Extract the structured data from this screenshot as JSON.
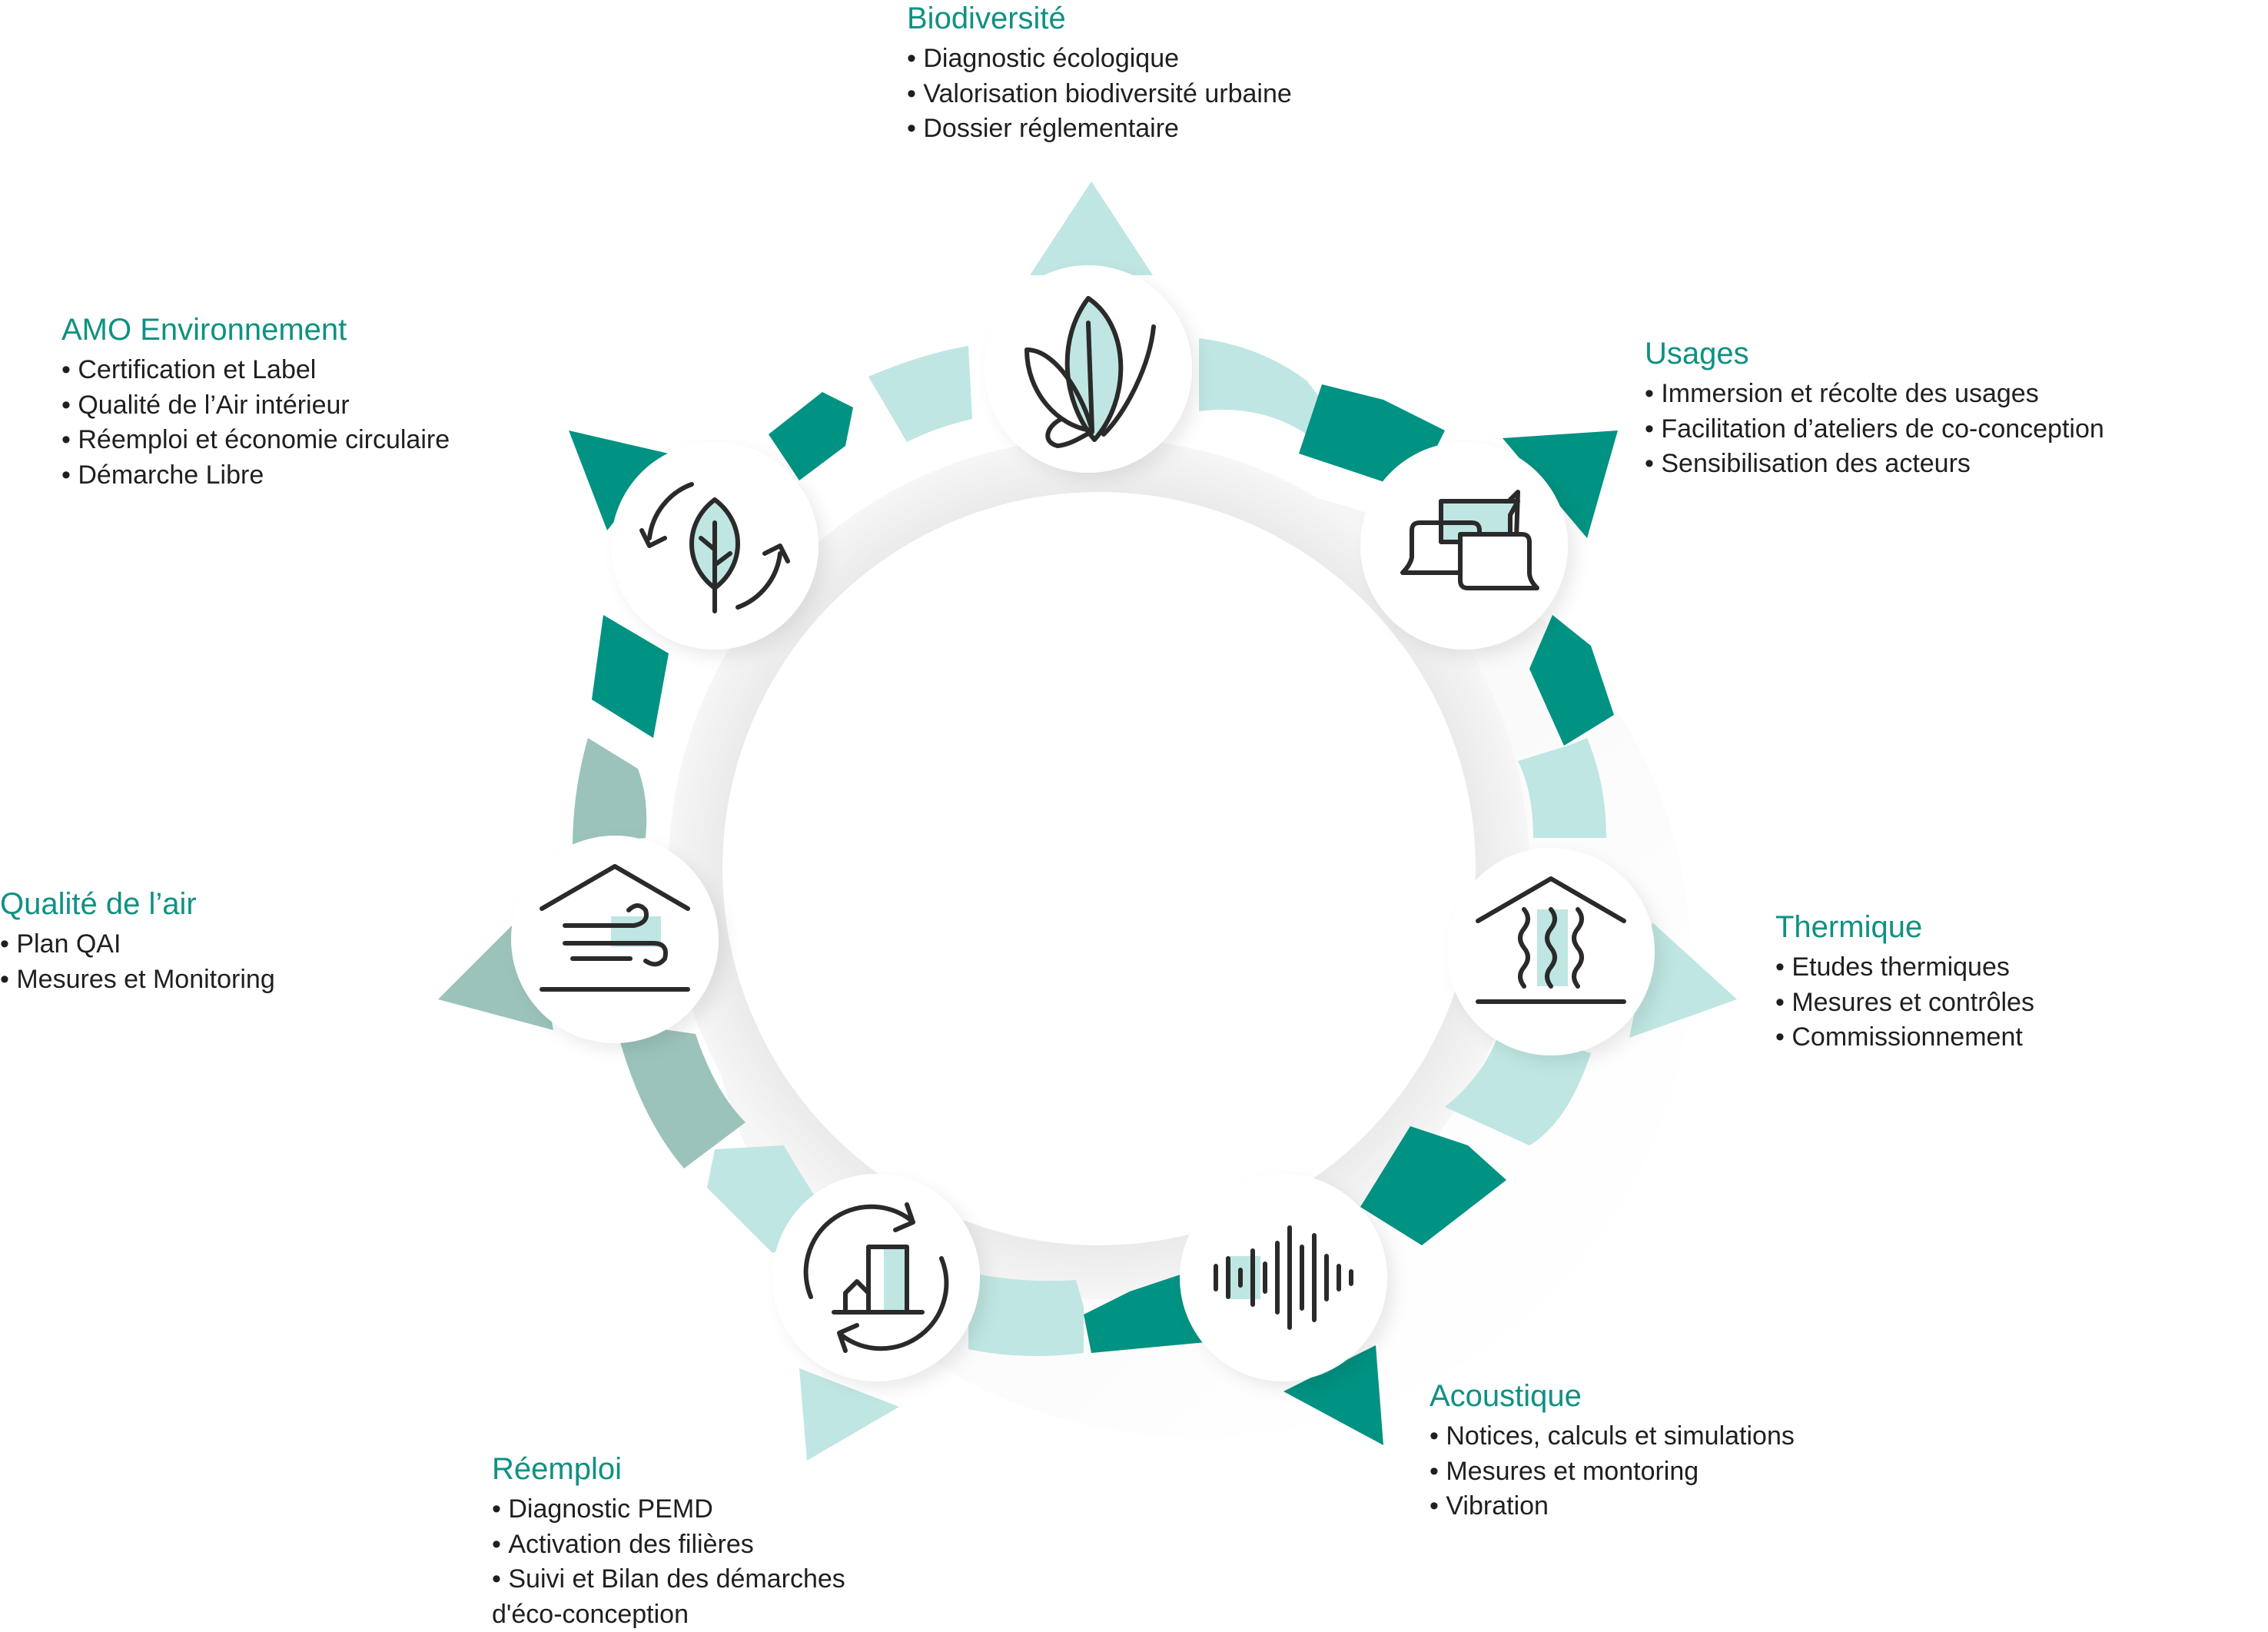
{
  "colors": {
    "title": "#0f9182",
    "dark_teal": "#009282",
    "light_teal": "#bfe6e2",
    "grey_teal": "#9bc3bb",
    "icon_stroke": "#2a2a2a",
    "icon_fill": "#bfe6e2"
  },
  "nodes": [
    {
      "id": "bio",
      "icon": "butterfly-leaf-icon",
      "title": "Biodiversité",
      "items": [
        "Diagnostic écologique",
        "Valorisation biodiversité urbaine",
        "Dossier réglementaire"
      ]
    },
    {
      "id": "usa",
      "icon": "speech-bubbles-icon",
      "title": "Usages",
      "items": [
        "Immersion et récolte des usages",
        "Facilitation d’ateliers de co-conception",
        "Sensibilisation des acteurs"
      ]
    },
    {
      "id": "the",
      "icon": "house-insulation-icon",
      "title": "Thermique",
      "items": [
        "Etudes thermiques",
        "Mesures et contrôles",
        "Commissionnement"
      ]
    },
    {
      "id": "aco",
      "icon": "sound-wave-icon",
      "title": "Acoustique",
      "items": [
        "Notices, calculs et simulations",
        "Mesures et montoring",
        "Vibration"
      ]
    },
    {
      "id": "ree",
      "icon": "recycle-building-icon",
      "title": "Réemploi",
      "items": [
        "Diagnostic PEMD",
        "Activation des filières",
        "Suivi et Bilan des démarches",
        "d'éco-conception"
      ]
    },
    {
      "id": "qai",
      "icon": "house-wind-icon",
      "title": "Qualité de l’air",
      "items": [
        "Plan QAI",
        "Mesures et Monitoring"
      ]
    },
    {
      "id": "amo",
      "icon": "leaf-cycle-icon",
      "title": "AMO Environnement",
      "items": [
        "Certification et Label",
        "Qualité de l’Air intérieur",
        "Réemploi et économie circulaire",
        "Démarche Libre"
      ]
    }
  ]
}
